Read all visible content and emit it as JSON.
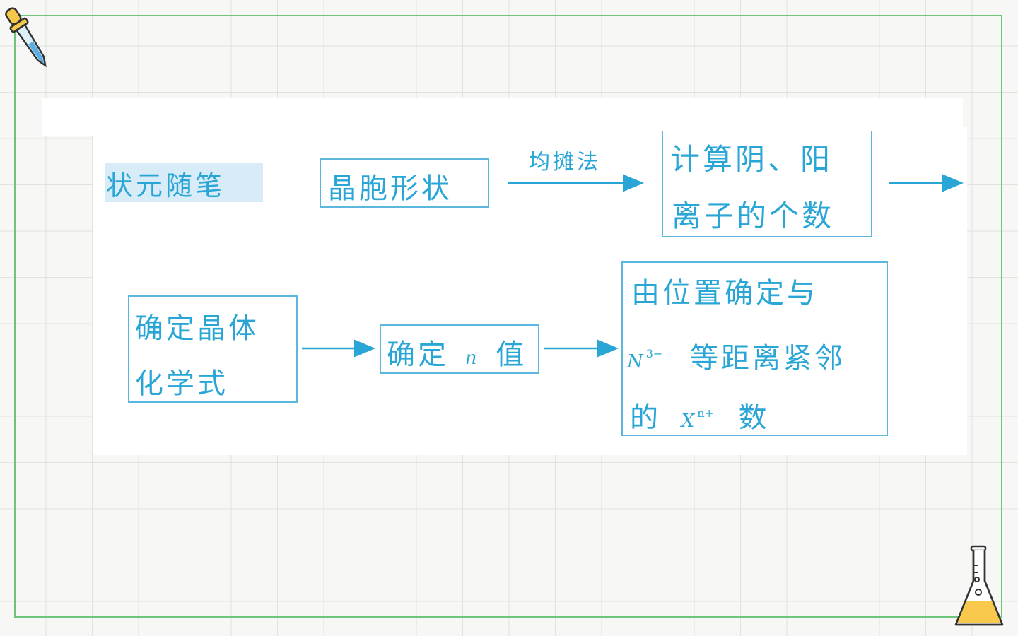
{
  "title": "状元随笔",
  "flow": {
    "box_shape": "晶胞形状",
    "arrow_method": "均摊法",
    "box_count_line1": "计算阴、阳",
    "box_count_line2": "离子的个数",
    "box_formula_line1": "确定晶体",
    "box_formula_line2": "化学式",
    "box_n_prefix": "确定",
    "box_n_var": "n",
    "box_n_suffix": "值",
    "box_pos_line1": "由位置确定与",
    "box_pos_ion": "N",
    "box_pos_ion_charge": "3−",
    "box_pos_line2_rest": "等距离紧邻",
    "box_pos_line3_prefix": "的",
    "box_pos_xion": "X",
    "box_pos_xion_charge": "n+",
    "box_pos_line3_suffix": "数"
  },
  "colors": {
    "ink": "#29a6d6",
    "box_border": "#5cb7df",
    "frame": "#6cc57a",
    "highlight": "#d8ecf8"
  },
  "icons": [
    "dropper-icon",
    "flask-icon"
  ]
}
